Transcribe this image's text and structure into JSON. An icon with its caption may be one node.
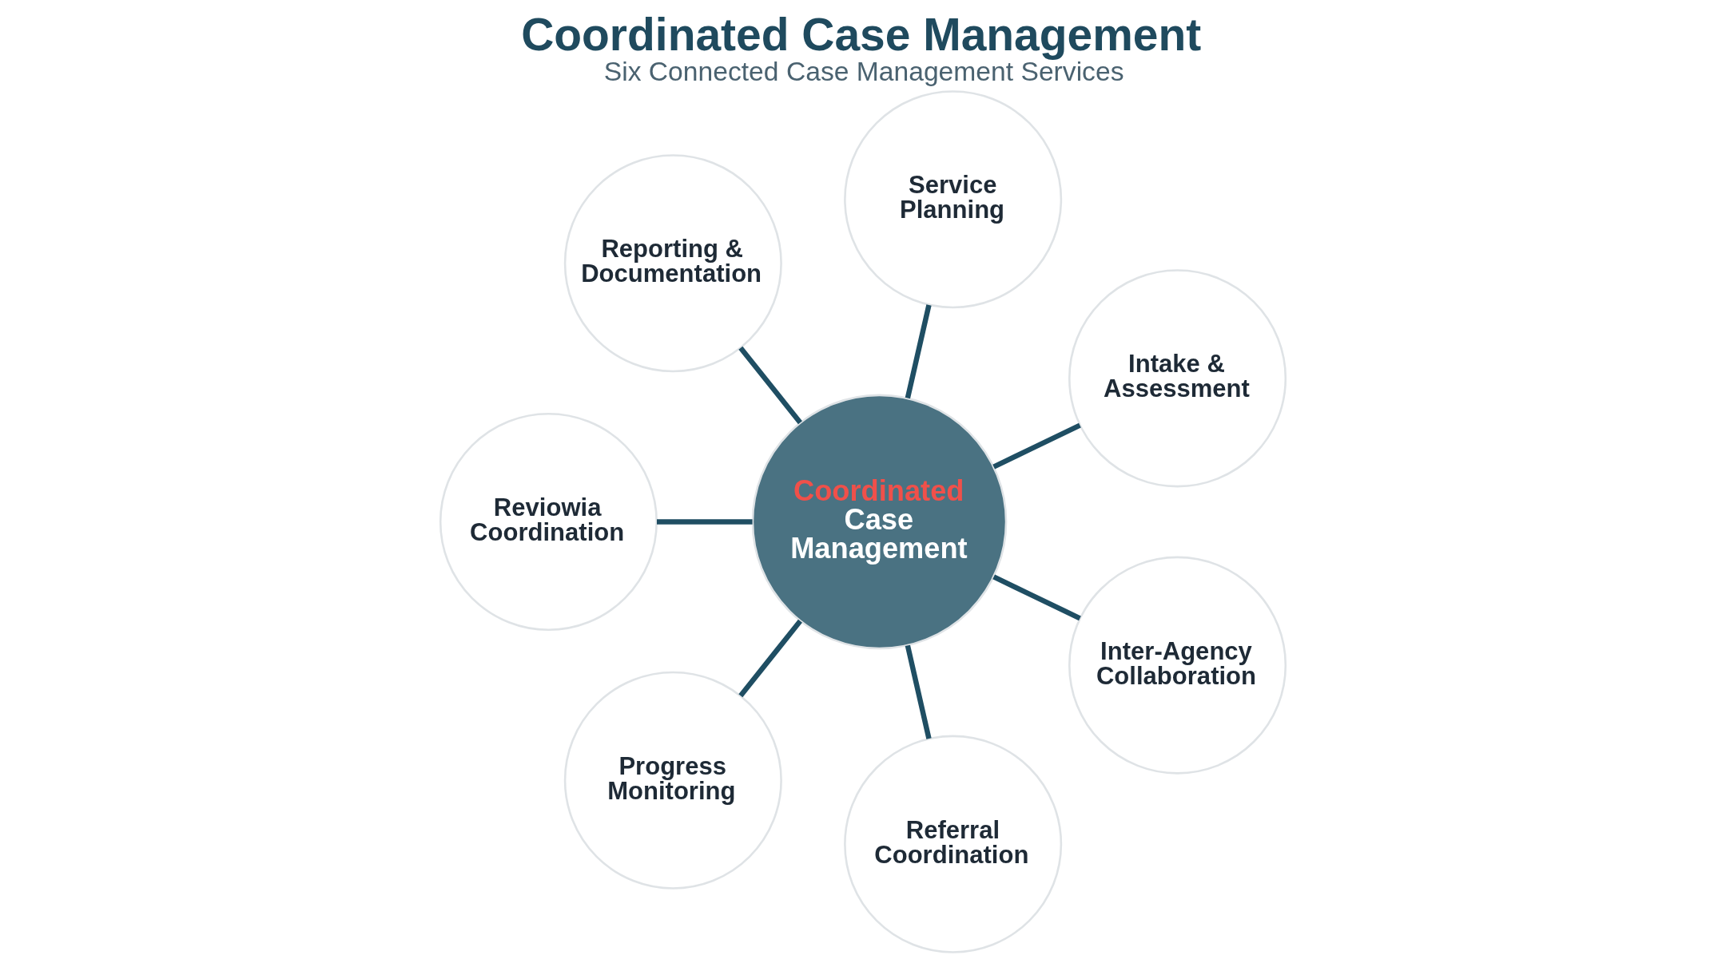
{
  "diagram": {
    "title": "Coordinated Case Management",
    "caption": "Six Connected Case Management Services",
    "nodes": [
      {
        "text": [
          "Intake & Assessment"
        ]
      },
      {
        "text": [
          "Service Planning"
        ]
      },
      {
        "text": [
          "Reporting & Documentation"
        ]
      },
      {
        "text": [
          "Coordinated",
          "Case Management"
        ]
      },
      {
        "text": [
          "Reviowia Coordination"
        ]
      },
      {
        "text": [
          "Progress Monitoring"
        ]
      },
      {
        "text": [
          "Referral Coordination"
        ]
      },
      {
        "text": [
          "Inter-Agency Collaboration"
        ]
      }
    ],
    "edges": [
      {
        "from": 3,
        "to": 0,
        "arrow": "none"
      },
      {
        "from": 3,
        "to": 1,
        "arrow": "none"
      },
      {
        "from": 3,
        "to": 2,
        "arrow": "none"
      },
      {
        "from": 3,
        "to": 4,
        "arrow": "none"
      },
      {
        "from": 3,
        "to": 5,
        "arrow": "none"
      },
      {
        "from": 3,
        "to": 6,
        "arrow": "none"
      },
      {
        "from": 3,
        "to": 7,
        "arrow": "none"
      }
    ]
  }
}
